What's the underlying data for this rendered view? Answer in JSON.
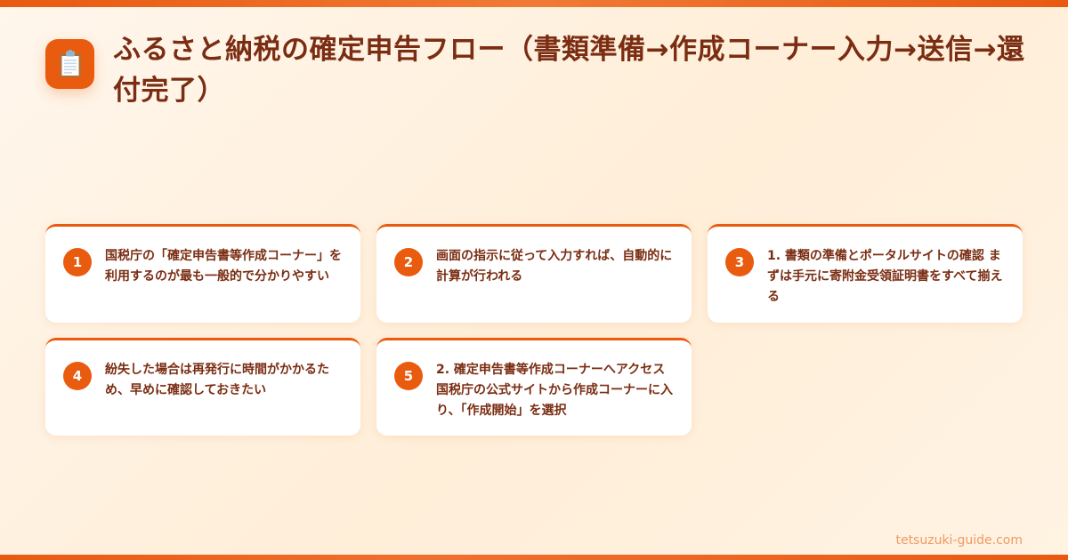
{
  "header": {
    "icon": "clipboard-icon",
    "title": "ふるさと納税の確定申告フロー（書類準備→作成コーナー入力→送信→還付完了）"
  },
  "cards": [
    {
      "number": "1",
      "text": "国税庁の「確定申告書等作成コーナー」を利用するのが最も一般的で分かりやすい"
    },
    {
      "number": "2",
      "text": "画面の指示に従って入力すれば、自動的に計算が行われる"
    },
    {
      "number": "3",
      "text": "1. 書類の準備とポータルサイトの確認 まずは手元に寄附金受領証明書をすべて揃える"
    },
    {
      "number": "4",
      "text": "紛失した場合は再発行に時間がかかるため、早めに確認しておきたい"
    },
    {
      "number": "5",
      "text": "2. 確定申告書等作成コーナーへアクセス 国税庁の公式サイトから作成コーナーに入り、「作成開始」を選択"
    }
  ],
  "footer": {
    "site": "tetsuzuki-guide.com"
  },
  "colors": {
    "accent": "#e95b0f",
    "text": "#7a2d12",
    "footer_text": "#ee9a63"
  }
}
